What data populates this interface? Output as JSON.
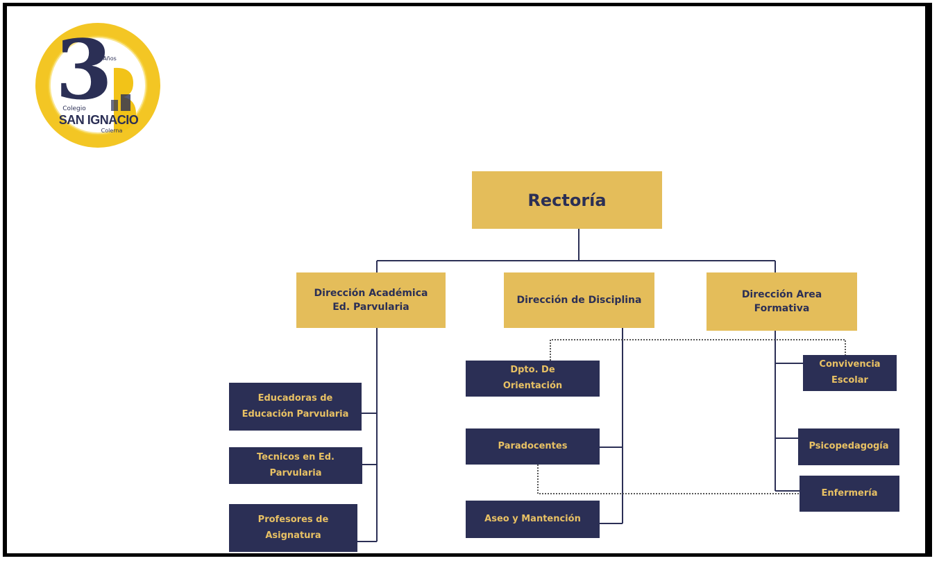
{
  "logo": {
    "number": "3",
    "anos": "Años",
    "colegio": "Colegio",
    "name": "SAN IGNACIO",
    "city": "Colerna"
  },
  "org_chart": {
    "root": "Rectoría",
    "academica": {
      "title": "Dirección Académica\nEd. Parvularia",
      "children": [
        "Educadoras de\nEducación Parvularia",
        "Tecnicos en Ed.\nParvularia",
        "Profesores de\nAsignatura"
      ]
    },
    "disciplina": {
      "title": "Dirección de Disciplina",
      "children": [
        "Dpto. De\nOrientación",
        "Paradocentes",
        "Aseo y Mantención"
      ]
    },
    "formativa": {
      "title": "Dirección Area\nFormativa",
      "children": [
        "Convivencia\nEscolar",
        "Psicopedagogía",
        "Enfermería"
      ]
    }
  },
  "colors": {
    "gold": "#e4bd5a",
    "navy": "#2b2f55",
    "logo_ring": "#f2c318"
  }
}
